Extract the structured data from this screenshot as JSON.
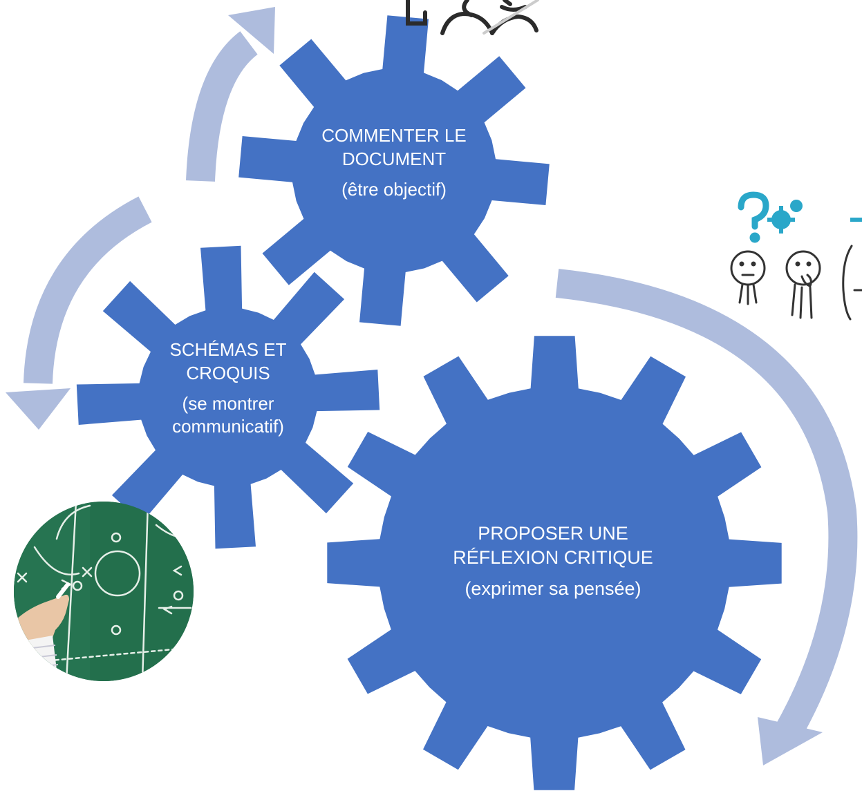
{
  "colors": {
    "gear": "#4472C4",
    "arrow": "#AEBCDD",
    "chalkboard": "#1F6B4A",
    "icon_stroke": "#2B2B2B",
    "icon_accent": "#2AA7C9"
  },
  "gears": [
    {
      "title_line1": "COMMENTER LE",
      "title_line2": "DOCUMENT",
      "subtitle": "(être objectif)"
    },
    {
      "title_line1": "SCHÉMAS ET",
      "title_line2": "CROQUIS",
      "subtitle_line1": "(se montrer",
      "subtitle_line2": "communicatif)"
    },
    {
      "title_line1": "PROPOSER UNE",
      "title_line2": "RÉFLEXION CRITIQUE",
      "subtitle": "(exprimer sa pensée)"
    }
  ],
  "icons": [
    "people-icon",
    "question-mark-icon",
    "gears-icon",
    "thinking-figures-icon",
    "chalkboard-tactics-image"
  ]
}
